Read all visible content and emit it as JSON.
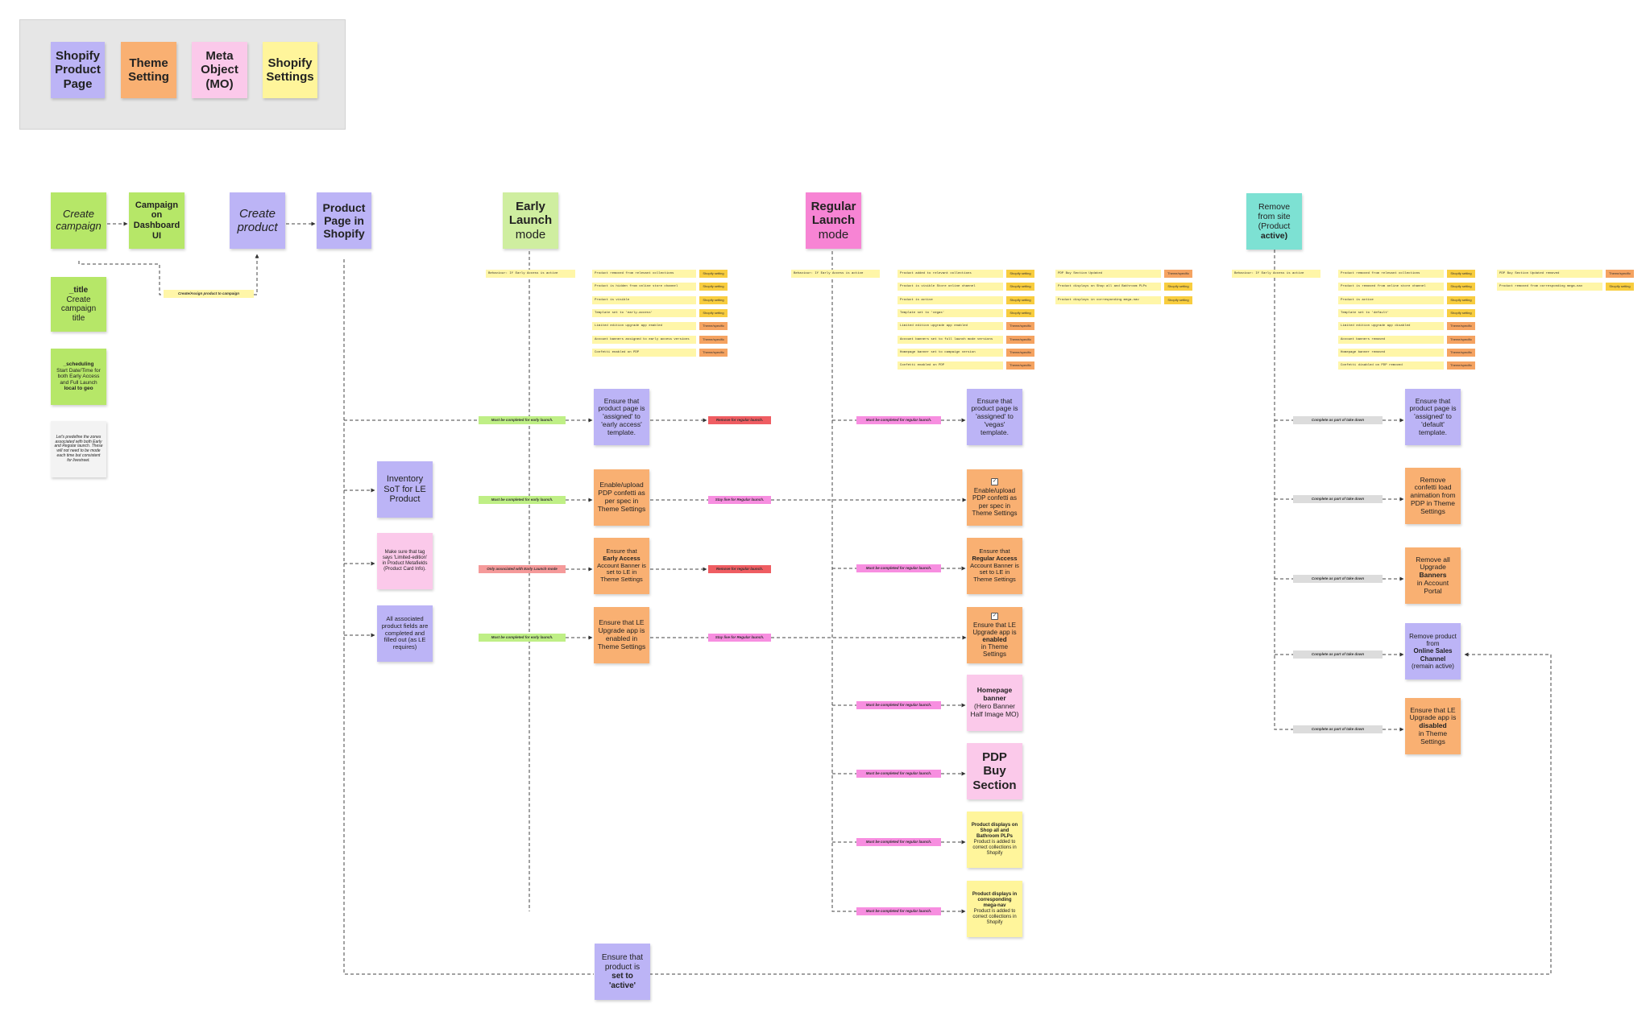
{
  "legend": {
    "items": [
      {
        "label": "Shopify Product Page",
        "color": "#bcb4f6"
      },
      {
        "label": "Theme Setting",
        "color": "#f9b072"
      },
      {
        "label": "Meta Object (MO)",
        "color": "#fbc9ea"
      },
      {
        "label": "Shopify Settings",
        "color": "#fff59b"
      }
    ]
  },
  "flow": {
    "create_campaign": "Create campaign",
    "campaign_dashboard": "Campaign on Dashboard UI",
    "create_product": "Create product",
    "product_page": "Product Page in Shopify",
    "assign_label": "Create/Assign product to campaign",
    "title_field": {
      "name": "_title",
      "desc": "Create campaign title"
    },
    "scheduling_field": {
      "name": "_scheduling",
      "desc": "Start Date/Time for both Early Access and Full Launch",
      "emph": "local to geo"
    },
    "note": "Let's predefine the zones associated with both Early and Regular launch. These will not need to be mode each time but consistent for livestreet.",
    "inventory": "Inventory SoT for LE Product",
    "limited_tag": "Make sure that tag says 'Limited-edition' in Product Metafields (Product Card Info).",
    "assoc_fields": "All associated product fields are completed and filled out (as LE requires)",
    "set_active": {
      "pre": "Ensure that product is",
      "emph": "set to 'active'"
    }
  },
  "early": {
    "mode_title": "Early Launch",
    "mode_sub": "mode",
    "behaviour": "Behaviour: If Early Access is active",
    "rows": [
      {
        "text": "Product removed from relevant collections",
        "tag": "Shopify setting"
      },
      {
        "text": "Product is hidden from online store channel",
        "tag": "Shopify setting"
      },
      {
        "text": "Product is visible",
        "tag": "Shopify setting"
      },
      {
        "text": "Template set to 'early-access'",
        "tag": "Shopify setting"
      },
      {
        "text": "Limited edition upgrade app enabled",
        "tag": "Theme/specific"
      },
      {
        "text": "Account banners assigned to early access versions",
        "tag": "Theme/specific"
      },
      {
        "text": "Confetti enabled on PDP",
        "tag": "Theme/specific"
      }
    ],
    "template": "Ensure that product page is 'assigned' to 'early access' template.",
    "confetti": "Enable/upload PDP confetti as per spec in Theme Settings",
    "banner": {
      "pre": "Ensure that",
      "emph": "Early Access",
      "post": "Account Banner is set to LE in Theme Settings"
    },
    "upgrade": "Ensure that LE Upgrade app is enabled in Theme Settings"
  },
  "labels": {
    "must_early": "Must be completed for early launch.",
    "must_regular": "Must be completed for regular launch.",
    "remove_regular": "Remove for regular launch.",
    "stay_live": "Stay live for Regular launch.",
    "only_early": "Only associated with Early Launch mode",
    "takedown": "Complete as part of take down"
  },
  "regular": {
    "mode_title": "Regular Launch",
    "mode_sub": "mode",
    "behaviour": "Behaviour: If Early Access is active",
    "rows": [
      {
        "text": "Product added to relevant collections",
        "tag": "Shopify setting"
      },
      {
        "text": "Product is visible Store online channel",
        "tag": "Shopify setting"
      },
      {
        "text": "Product is active",
        "tag": "Shopify setting"
      },
      {
        "text": "Template set to 'vegas'",
        "tag": "Shopify setting"
      },
      {
        "text": "Limited edition upgrade app enabled",
        "tag": "Theme/specific"
      },
      {
        "text": "Account banners set to full launch mode versions",
        "tag": "Theme/specific"
      },
      {
        "text": "Homepage banner set to campaign version",
        "tag": "Theme/specific"
      },
      {
        "text": "Confetti enabled on PDP",
        "tag": "Theme/specific"
      }
    ],
    "extra_rows": [
      {
        "text": "PDP Buy Section Updated",
        "tag": "Theme/specific"
      },
      {
        "text": "Product displays on Shop all and Bathroom PLPs",
        "tag": "Shopify setting"
      },
      {
        "text": "Product displays in corresponding mega-nav",
        "tag": "Shopify setting"
      }
    ],
    "template": "Ensure that product page is 'assigned' to 'vegas' template.",
    "confetti": "Enable/upload PDP confetti as per spec in Theme Settings",
    "banner": {
      "pre": "Ensure that",
      "emph": "Regular Access",
      "post": "Account Banner is set to LE in Theme Settings"
    },
    "upgrade": {
      "pre": "Ensure that LE Upgrade app is",
      "emph": "enabled",
      "post": "in Theme Settings"
    },
    "homepage": {
      "emph": "Homepage banner",
      "post": "(Hero Banner Half Image MO)"
    },
    "buy_section": "PDP Buy Section",
    "plp": {
      "emph": "Product displays on Shop all and Bathroom PLPs",
      "post": "Product is added to correct collections in Shopify"
    },
    "meganav": {
      "emph": "Product displays in corresponding mega-nav",
      "post": "Product is added to correct collections in Shopify"
    }
  },
  "remove": {
    "title": {
      "pre": "Remove from site (Product",
      "emph": "active)"
    },
    "behaviour": "Behaviour: If Early Access is active",
    "rows": [
      {
        "text": "Product removed from relevant collections",
        "tag": "Shopify setting"
      },
      {
        "text": "Product is removed from online store channel",
        "tag": "Shopify setting"
      },
      {
        "text": "Product is active",
        "tag": "Shopify setting"
      },
      {
        "text": "Template set to 'default'",
        "tag": "Shopify setting"
      },
      {
        "text": "Limited edition upgrade app disabled",
        "tag": "Theme/specific"
      },
      {
        "text": "Account banners removed",
        "tag": "Theme/specific"
      },
      {
        "text": "Homepage banner removed",
        "tag": "Theme/specific"
      },
      {
        "text": "Confetti disabled on PDP removed",
        "tag": "Theme/specific"
      }
    ],
    "extra_rows": [
      {
        "text": "PDP Buy Section Updated removed",
        "tag": "Theme/specific"
      },
      {
        "text": "Product removed from corresponding mega-nav",
        "tag": "Shopify setting"
      }
    ],
    "template": "Ensure that product page is 'assigned' to 'default' template.",
    "confetti": "Remove confetti load animation from PDP in Theme Settings",
    "banners": {
      "pre": "Remove all Upgrade",
      "emph": "Banners",
      "post": "in Account Portal"
    },
    "channel": {
      "pre": "Remove product from",
      "emph": "Online Sales Channel",
      "post": "(remain active)"
    },
    "upgrade": {
      "pre": "Ensure that LE Upgrade app is",
      "emph": "disabled",
      "post": "in Theme Settings"
    }
  }
}
